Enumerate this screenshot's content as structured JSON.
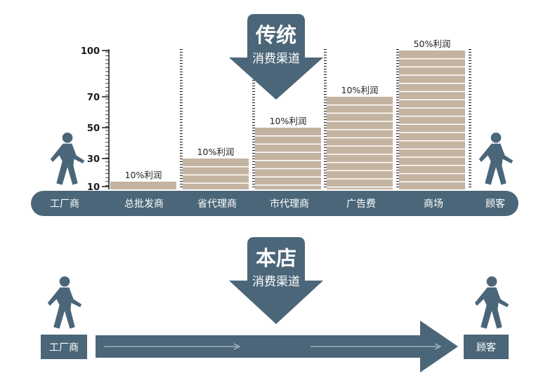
{
  "top": {
    "title_main": "传统",
    "title_sub": "消费渠道",
    "stages": [
      "工厂商",
      "总批发商",
      "省代理商",
      "市代理商",
      "广告费",
      "商场",
      "顾客"
    ],
    "chart_data": {
      "type": "bar",
      "categories": [
        "总批发商",
        "省代理商",
        "市代理商",
        "广告费",
        "商场"
      ],
      "values": [
        15,
        30,
        50,
        70,
        100
      ],
      "data_labels": [
        "10%利润",
        "10%利润",
        "10%利润",
        "10%利润",
        "50%利润"
      ],
      "y_ticks": [
        "10",
        "30",
        "50",
        "70",
        "100"
      ],
      "ylim": [
        10,
        100
      ]
    }
  },
  "bottom": {
    "title_main": "本店",
    "title_sub": "消费渠道",
    "left_label": "工厂商",
    "right_label": "顾客"
  },
  "colors": {
    "slate": "#4b6679",
    "bar": "#c4b3a0",
    "bar_line": "#ffffff",
    "axis": "#1a1a1a"
  },
  "icons": [
    "walking-person-icon",
    "down-arrow-icon",
    "right-arrow-icon"
  ]
}
